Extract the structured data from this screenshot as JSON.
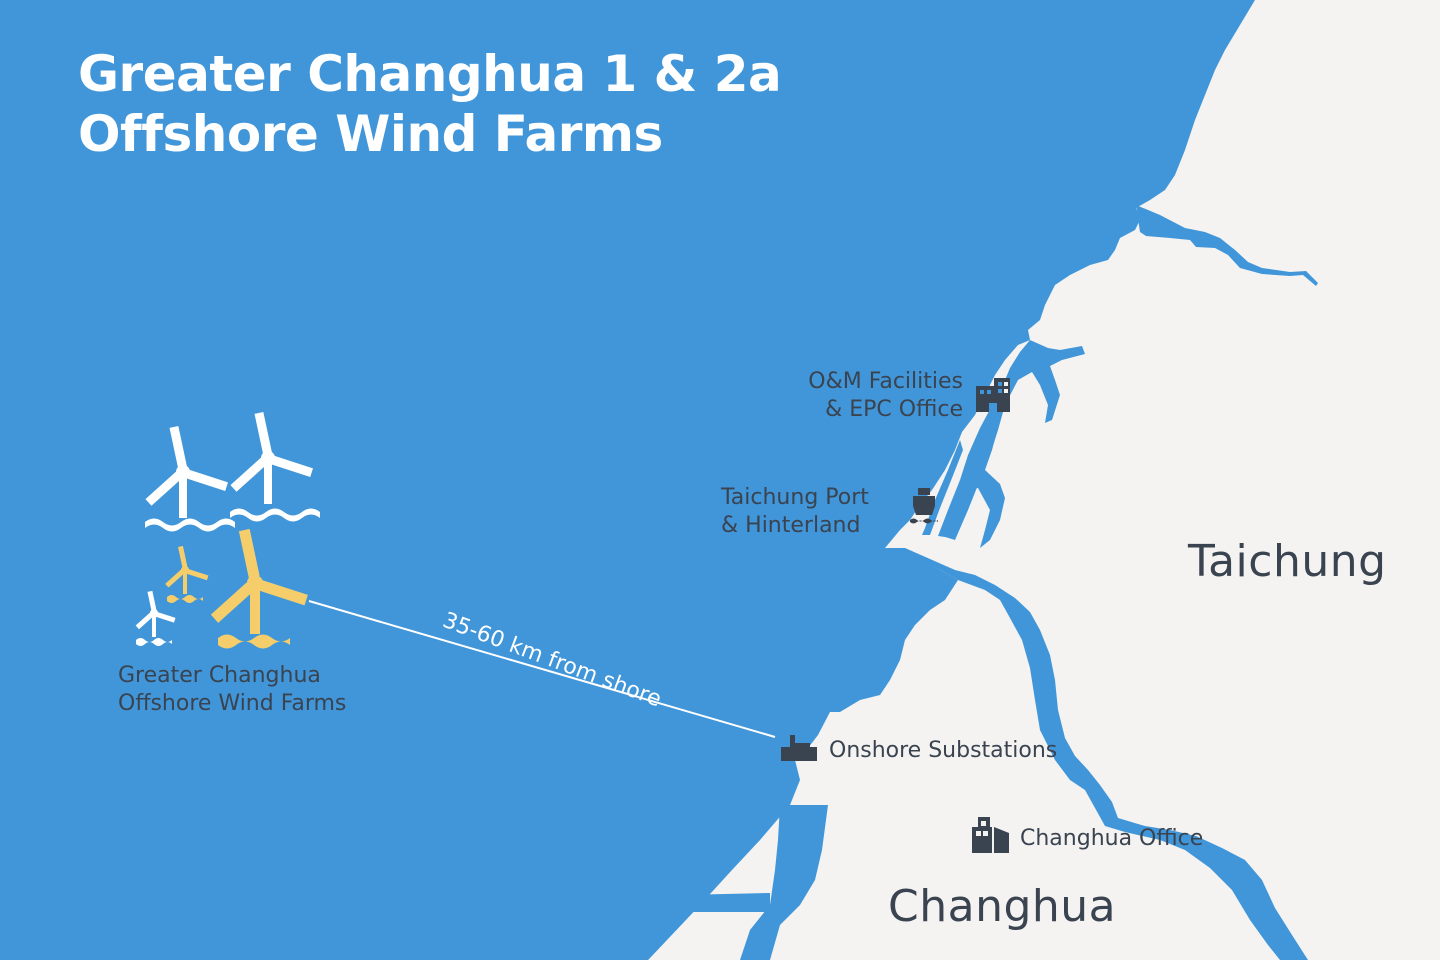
{
  "title": {
    "line1": "Greater Changhua 1 & 2a",
    "line2": "Offshore Wind Farms"
  },
  "colors": {
    "sea": "#4196D9",
    "land": "#F4F3F1",
    "text_dark": "#3A4350",
    "turbine_white": "#FFFFFF",
    "turbine_highlight": "#F5CE6B"
  },
  "wind_farm": {
    "label_line1": "Greater Changhua",
    "label_line2": "Offshore Wind Farms",
    "icon": "wind-turbine-icon",
    "turbines": [
      {
        "color": "white",
        "size": "large"
      },
      {
        "color": "white",
        "size": "large"
      },
      {
        "color": "yellow",
        "size": "small"
      },
      {
        "color": "white",
        "size": "small"
      },
      {
        "color": "yellow",
        "size": "large"
      }
    ]
  },
  "distance": {
    "label": "35-60 km from shore"
  },
  "locations": {
    "om_facilities": {
      "line1": "O&M Facilities",
      "line2": "& EPC Office",
      "icon": "office-building-icon"
    },
    "taichung_port": {
      "line1": "Taichung Port",
      "line2": "& Hinterland",
      "icon": "ship-icon"
    },
    "onshore_substations": {
      "label": "Onshore Substations",
      "icon": "substation-icon"
    },
    "changhua_office": {
      "label": "Changhua Office",
      "icon": "office-building-icon"
    }
  },
  "cities": {
    "taichung": "Taichung",
    "changhua": "Changhua"
  }
}
